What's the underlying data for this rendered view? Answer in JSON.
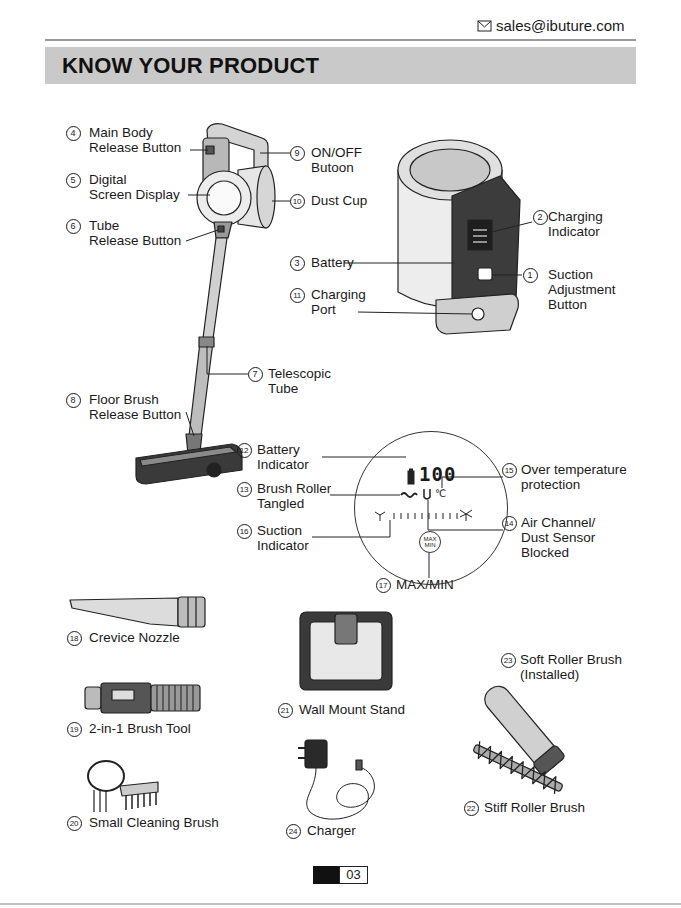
{
  "diagram": {
    "title": "KNOW YOUR PRODUCT",
    "nodes": [
      {
        "text": [
          "100",
          "℃"
        ]
      },
      {
        "text": [
          "MAX MIN"
        ],
        "in": 0
      },
      {
        "text": [
          "03"
        ]
      }
    ],
    "labels": [
      "sales@ibuture.com",
      "4",
      "Main Body Release Button",
      "9",
      "ON/OFF Butoon",
      "5",
      "Digital Screen Display",
      "10",
      "Dust Cup",
      "2",
      "Charging Indicator",
      "6",
      "Tube Release Button",
      "3",
      "Battery",
      "1",
      "Suction Adjustment Button",
      "11",
      "Charging Port",
      "7",
      "Telescopic Tube",
      "8",
      "Floor Brush Release Button",
      "12",
      "Battery Indicator",
      "15",
      "Over temperature protection",
      "13",
      "Brush Roller Tangled",
      "14",
      "Air Channel/ Dust Sensor Blocked",
      "16",
      "Suction Indicator",
      "17",
      "MAX/MIN",
      "18",
      "Crevice Nozzle",
      "23",
      "Soft Roller Brush (Installed)",
      "21",
      "Wall Mount Stand",
      "19",
      "2-in-1 Brush Tool",
      "22",
      "Stiff Roller Brush",
      "20",
      "Small Cleaning Brush",
      "24",
      "Charger"
    ]
  }
}
